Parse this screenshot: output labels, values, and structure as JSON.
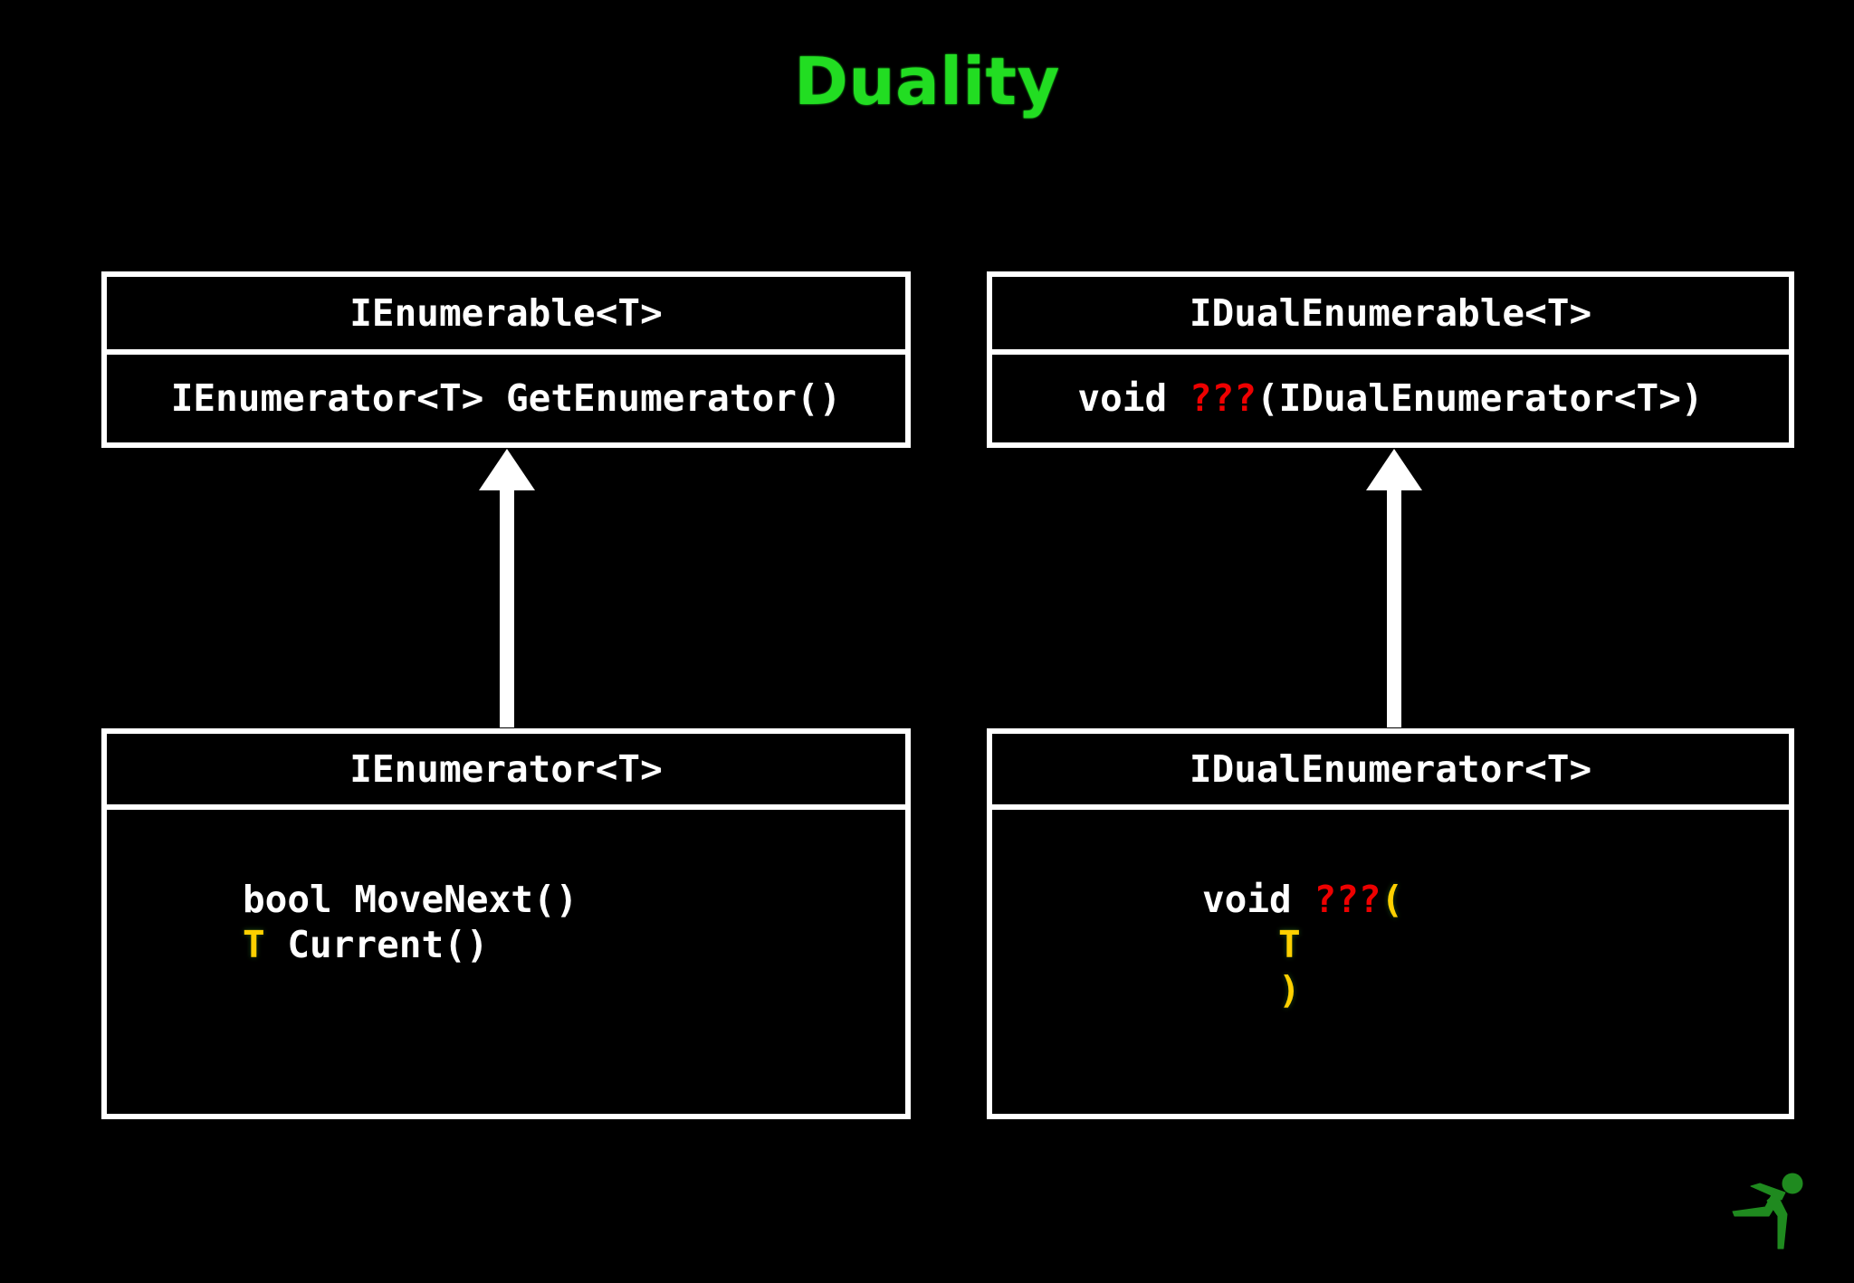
{
  "slide": {
    "title": "Duality",
    "title_color": "#22dd22",
    "background_color": "#000000",
    "border_color": "#ffffff"
  },
  "colors": {
    "accent_green": "#22dd22",
    "unknown_red": "#ee0000",
    "type_gold": "#ffd000",
    "text_white": "#ffffff"
  },
  "diagram": {
    "type": "uml-class-diagram",
    "classes": [
      {
        "id": "ienumerable",
        "name": "IEnumerable<T>",
        "members": [
          {
            "text": "IEnumerator<T> GetEnumerator()"
          }
        ]
      },
      {
        "id": "idualenumerable",
        "name": "IDualEnumerable<T>",
        "members": [
          {
            "prefix": "void ",
            "unknown": "???",
            "suffix": "(IDualEnumerator<T>)"
          }
        ]
      },
      {
        "id": "ienumerator",
        "name": "IEnumerator<T>",
        "members": [
          {
            "text": "bool MoveNext()"
          },
          {
            "type": "T",
            "text": " Current()"
          }
        ]
      },
      {
        "id": "idualenumerator",
        "name": "IDualEnumerator<T>",
        "members": [
          {
            "prefix": "void ",
            "unknown": "???",
            "paren_open": "("
          },
          {
            "type": "T"
          },
          {
            "paren_close": ")"
          }
        ]
      }
    ],
    "relations": [
      {
        "from": "ienumerator",
        "to": "ienumerable",
        "kind": "inheritance-arrow-up"
      },
      {
        "from": "idualenumerator",
        "to": "idualenumerable",
        "kind": "inheritance-arrow-up"
      }
    ]
  },
  "logo": {
    "name": "running-figure-logo",
    "color": "#1f8a1f"
  }
}
